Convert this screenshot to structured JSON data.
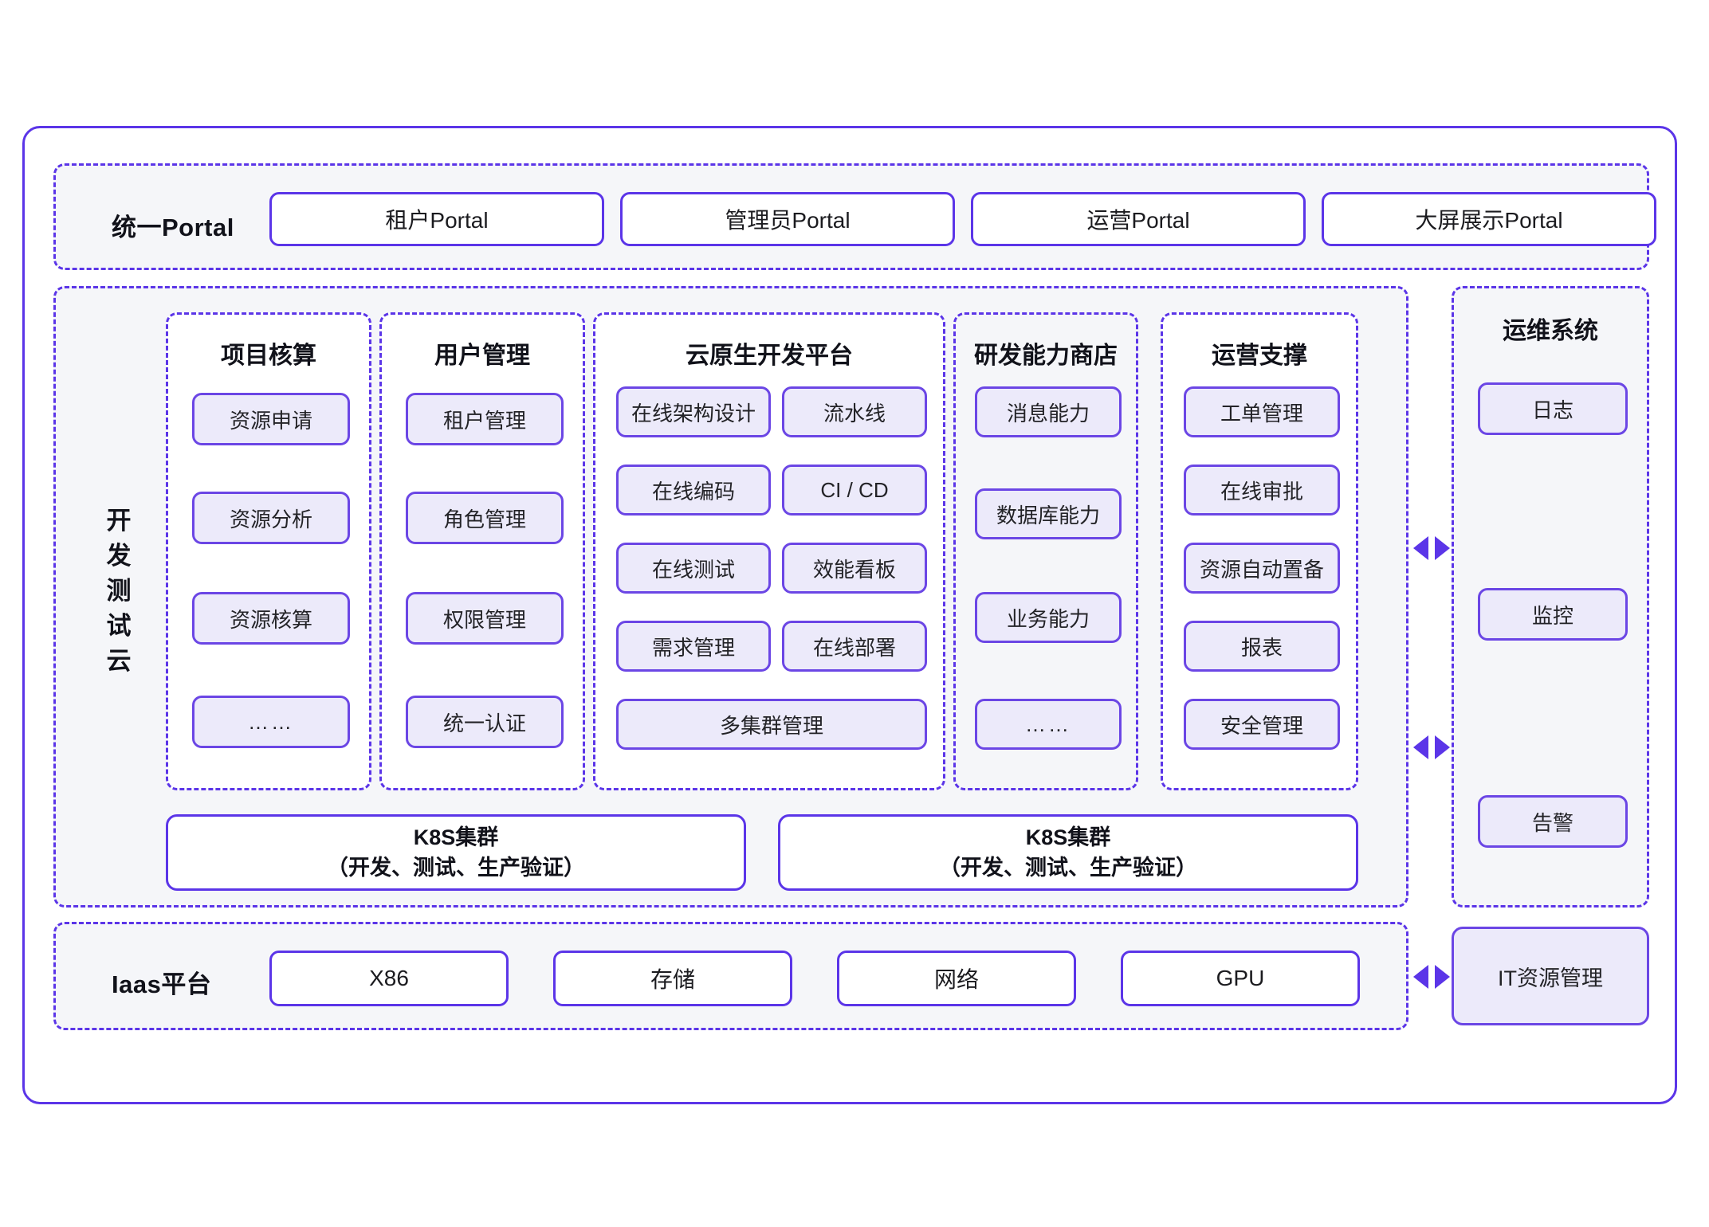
{
  "portal": {
    "label": "统一Portal",
    "items": [
      {
        "label": "租户Portal"
      },
      {
        "label": "管理员Portal"
      },
      {
        "label": "运营Portal"
      },
      {
        "label": "大屏展示Portal"
      }
    ]
  },
  "devtest": {
    "label_chars": [
      "开",
      "发",
      "测",
      "试",
      "云"
    ],
    "columns": [
      {
        "title": "项目核算",
        "items": [
          "资源申请",
          "资源分析",
          "资源核算",
          "……"
        ]
      },
      {
        "title": "用户管理",
        "items": [
          "租户管理",
          "角色管理",
          "权限管理",
          "统一认证"
        ]
      },
      {
        "title": "云原生开发平台",
        "items_left": [
          "在线架构设计",
          "在线编码",
          "在线测试",
          "需求管理"
        ],
        "items_right": [
          "流水线",
          "CI / CD",
          "效能看板",
          "在线部署"
        ],
        "item_wide": "多集群管理"
      },
      {
        "title": "研发能力商店",
        "items": [
          "消息能力",
          "数据库能力",
          "业务能力",
          "……"
        ]
      },
      {
        "title": "运营支撑",
        "items": [
          "工单管理",
          "在线审批",
          "资源自动置备",
          "报表",
          "安全管理"
        ]
      }
    ],
    "clusters": [
      {
        "line1": "K8S集群",
        "line2": "（开发、测试、生产验证）"
      },
      {
        "line1": "K8S集群",
        "line2": "（开发、测试、生产验证）"
      }
    ]
  },
  "ops_system": {
    "title": "运维系统",
    "items": [
      "日志",
      "监控",
      "告警"
    ]
  },
  "iaas": {
    "label": "Iaas平台",
    "items": [
      "X86",
      "存储",
      "网络",
      "GPU"
    ],
    "it_resource": "IT资源管理"
  },
  "colors": {
    "accent": "#5B35E8",
    "chip_border": "#6B46E5",
    "chip_fill": "#eceafa",
    "section_fill": "#f5f6f9",
    "panel_white": "#ffffff"
  }
}
